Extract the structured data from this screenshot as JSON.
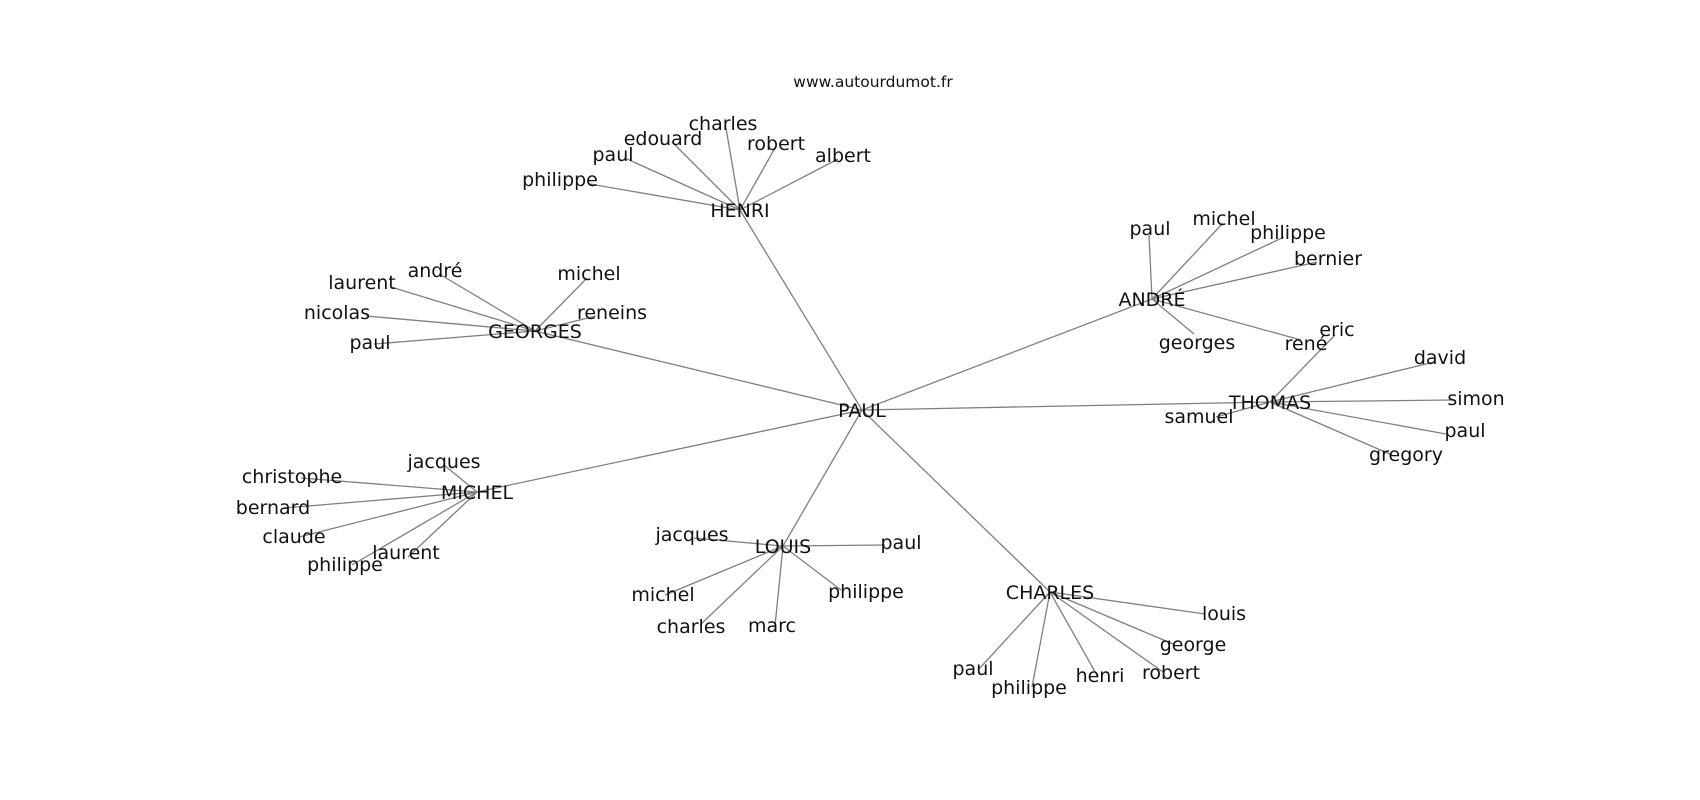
{
  "watermark": "www.autourdumot.fr",
  "center": {
    "label": "PAUL"
  },
  "groups": [
    {
      "label": "HENRI",
      "leaves": [
        "philippe",
        "paul",
        "edouard",
        "charles",
        "robert",
        "albert"
      ]
    },
    {
      "label": "GEORGES",
      "leaves": [
        "laurent",
        "andré",
        "nicolas",
        "paul",
        "michel",
        "reneins"
      ]
    },
    {
      "label": "ANDRÉ",
      "leaves": [
        "paul",
        "michel",
        "philippe",
        "bernier",
        "georges",
        "rené"
      ]
    },
    {
      "label": "THOMAS",
      "leaves": [
        "eric",
        "david",
        "simon",
        "paul",
        "gregory",
        "samuel"
      ]
    },
    {
      "label": "MICHEL",
      "leaves": [
        "jacques",
        "christophe",
        "bernard",
        "claude",
        "philippe",
        "laurent"
      ]
    },
    {
      "label": "LOUIS",
      "leaves": [
        "jacques",
        "paul",
        "michel",
        "philippe",
        "charles",
        "marc"
      ]
    },
    {
      "label": "CHARLES",
      "leaves": [
        "louis",
        "george",
        "robert",
        "henri",
        "philippe",
        "paul"
      ]
    }
  ]
}
